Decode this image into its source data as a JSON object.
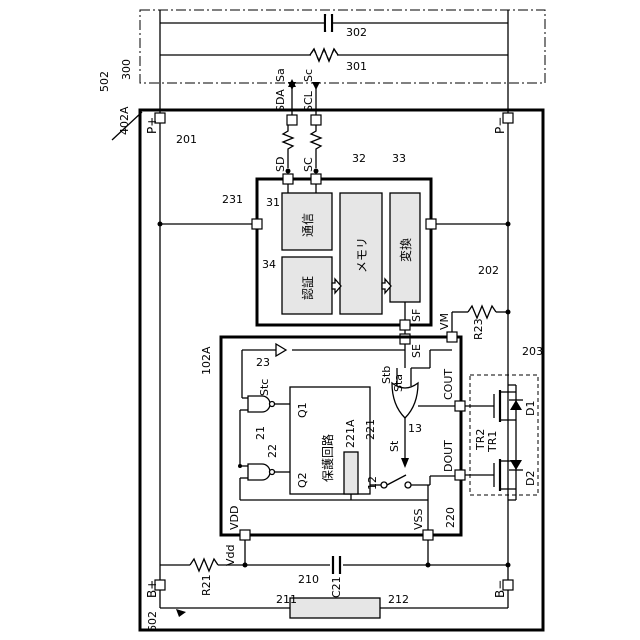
{
  "labels": {
    "r502": "502",
    "r402A": "402A",
    "r300": "300",
    "r302": "302",
    "r301": "301",
    "pplus": "P+",
    "pminus": "P−",
    "r201": "201",
    "sda": "SDA",
    "sa": "Sa",
    "scl": "SCL",
    "sc_sig": "Sc",
    "sd": "SD",
    "sc": "SC",
    "r32": "32",
    "r33": "33",
    "r31": "31",
    "r231": "231",
    "tsushin": "通信",
    "memory": "メモリ",
    "henkan": "変換",
    "r34": "34",
    "ninsho": "認証",
    "r202": "202",
    "sf": "SF",
    "vm": "VM",
    "se": "SE",
    "r23": "R23",
    "r203": "203",
    "r102A": "102A",
    "r23n": "23",
    "stc": "Stc",
    "stb": "Stb",
    "sta": "Sta",
    "q1": "Q1",
    "cout": "COUT",
    "d1": "D1",
    "r21": "21",
    "r22": "22",
    "hogo": "保護回路",
    "r221A": "221A",
    "r221": "221",
    "r13": "13",
    "st": "St",
    "tr2": "TR2",
    "tr1": "TR1",
    "dout": "DOUT",
    "q2": "Q2",
    "r12": "12",
    "d2": "D2",
    "vdd_low": "Vdd",
    "vdd": "VDD",
    "vss": "VSS",
    "r220": "220",
    "bplus": "B+",
    "R21": "R21",
    "c21": "C21",
    "r210": "210",
    "bminus": "B−",
    "r211": "211",
    "r212": "212",
    "r602": "602"
  }
}
